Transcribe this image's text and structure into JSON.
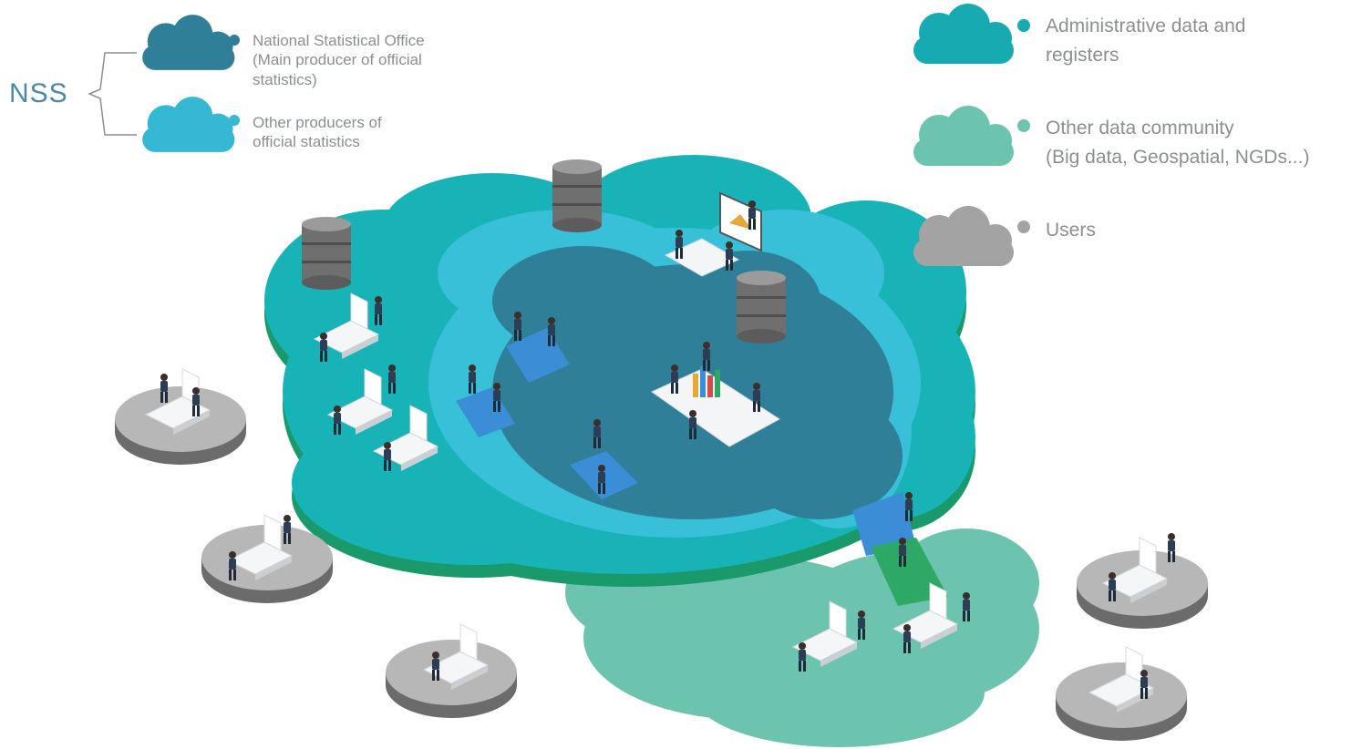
{
  "nss": {
    "label": "NSS",
    "items": [
      {
        "lines": [
          "National Statistical Office",
          "(Main producer of official",
          "statistics)"
        ],
        "color": "#2f7f98"
      },
      {
        "lines": [
          "Other producers of",
          "official statistics"
        ],
        "color": "#35b8d4"
      }
    ]
  },
  "legend": [
    {
      "lines": [
        "Administrative data and",
        "registers"
      ],
      "color": "#17aab0"
    },
    {
      "lines": [
        "Other data community",
        "(Big data, Geospatial, NGDs...)"
      ],
      "color": "#6cc4ae"
    },
    {
      "lines": [
        "Users"
      ],
      "color": "#a3a3a3"
    }
  ],
  "palette": {
    "nso": "#2f7f98",
    "other_producers": "#35b8d4",
    "admin": "#17aab0",
    "community": "#6cc4ae",
    "users": "#a3a3a3",
    "green_edge": "#1a9a6a"
  },
  "icons": [
    "cloud-icon",
    "database-cylinder-icon",
    "desk-workstation-icon",
    "meeting-table-icon",
    "stairs-icon",
    "person-icon",
    "presentation-board-icon",
    "bar-chart-icon"
  ]
}
